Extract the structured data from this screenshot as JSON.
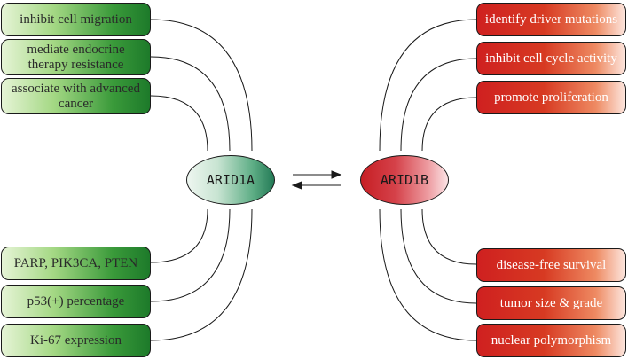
{
  "nodes": {
    "arid1a": "ARID1A",
    "arid1b": "ARID1B"
  },
  "left_top": [
    "inhibit cell migration",
    "mediate endocrine therapy resistance",
    "associate with advanced cancer"
  ],
  "left_bottom": [
    "PARP, PIK3CA, PTEN",
    "p53(+) percentage",
    "Ki-67 expression"
  ],
  "right_top": [
    "identify driver mutations",
    "inhibit cell cycle activity",
    "promote proliferation"
  ],
  "right_bottom": [
    "disease-free survival",
    "tumor size & grade",
    "nuclear polymorphism"
  ],
  "colors": {
    "green_dark": "#1d7a2a",
    "green_light": "#e6f4d6",
    "red_dark": "#cf2020",
    "red_light": "#fde6de",
    "line": "#1a1a1a"
  }
}
